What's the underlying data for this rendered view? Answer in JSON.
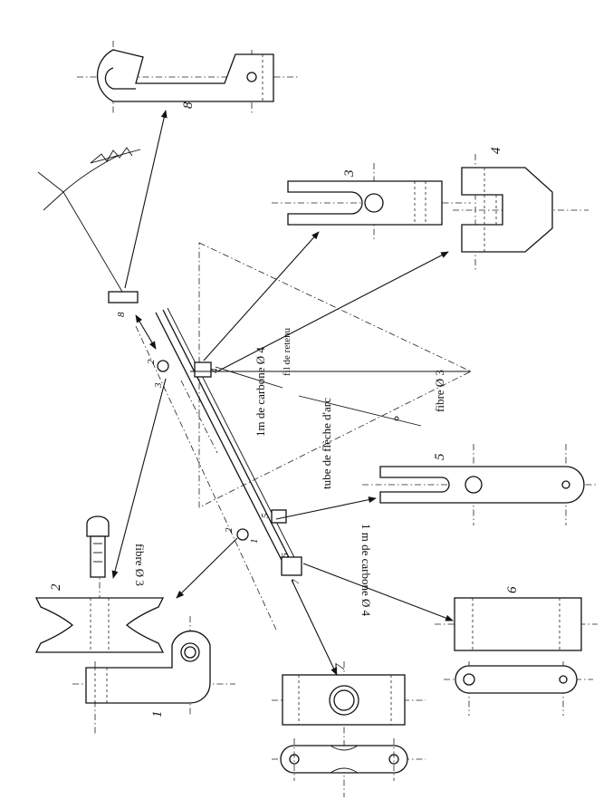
{
  "labels": {
    "carbone_main": "1m de carbone Ø 4",
    "fil_retenu": "fil de retenu",
    "tube_fleche": "tube de flèche d'arc",
    "fibre_3_right": "fibre Ø 3",
    "fibre_3_left": "fibre Ø 3",
    "carbone_lower": "1 m de carbone Ø 4"
  },
  "part_numbers": {
    "p1": "1",
    "p2": "2",
    "p3": "3",
    "p4": "4",
    "p5": "5",
    "p6": "6",
    "p7": "7",
    "p8": "8",
    "a8": "8",
    "a2": "2",
    "a3": "3",
    "a4": "4",
    "b2": "2",
    "b1": "1",
    "a5": "5",
    "a6": "6",
    "a7": "7"
  }
}
